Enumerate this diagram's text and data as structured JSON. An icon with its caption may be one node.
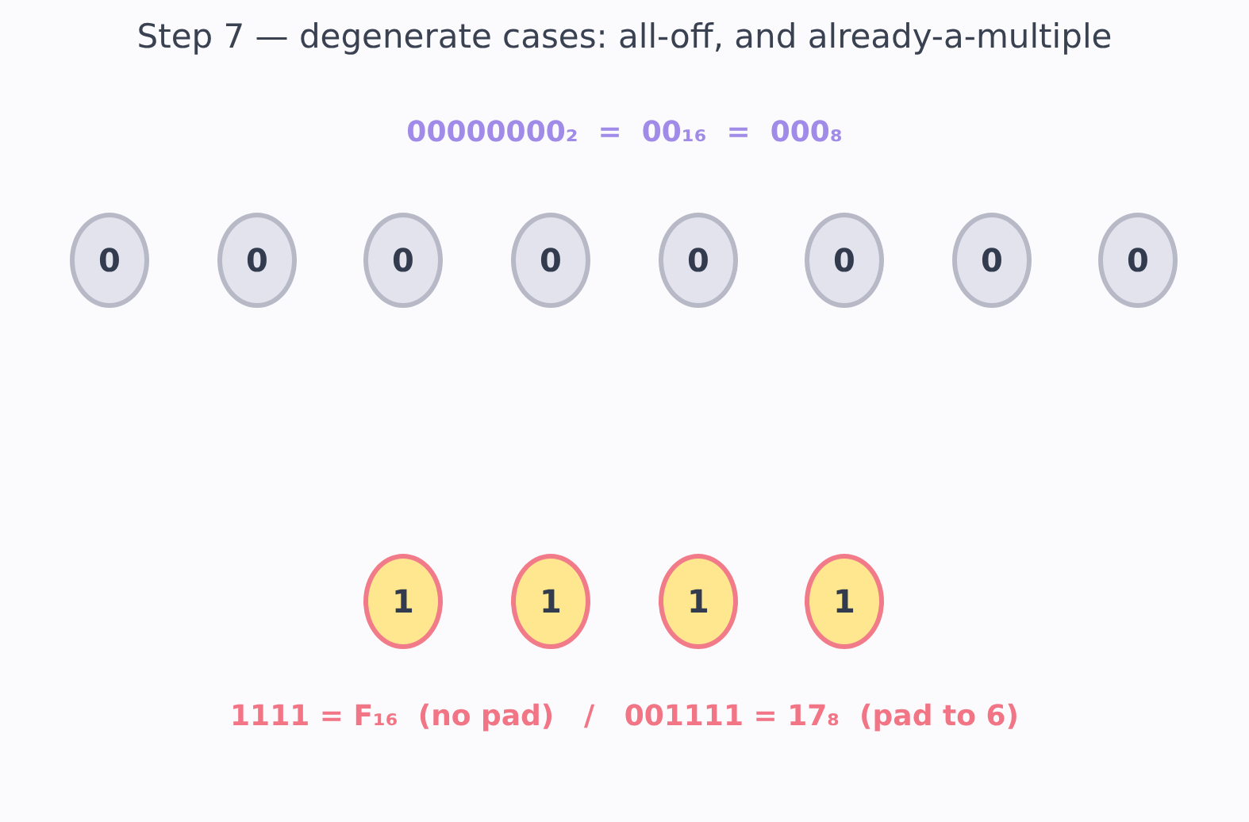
{
  "diagram": {
    "title": "Step 7 — degenerate cases: all-off, and already-a-multiple",
    "nodes": [
      {
        "text": [
          "0"
        ]
      },
      {
        "text": [
          "0"
        ]
      },
      {
        "text": [
          "0"
        ]
      },
      {
        "text": [
          "0"
        ]
      },
      {
        "text": [
          "0"
        ]
      },
      {
        "text": [
          "0"
        ]
      },
      {
        "text": [
          "0"
        ]
      },
      {
        "text": [
          "0"
        ]
      },
      {
        "text": [
          "1"
        ]
      },
      {
        "text": [
          "1"
        ]
      },
      {
        "text": [
          "1"
        ]
      },
      {
        "text": [
          "1"
        ]
      }
    ],
    "labels": [
      "00000000₂  =  00₁₆  =  000₈",
      "1111 = F₁₆  (no pad)   /   001111 = 17₈  (pad to 6)"
    ]
  }
}
